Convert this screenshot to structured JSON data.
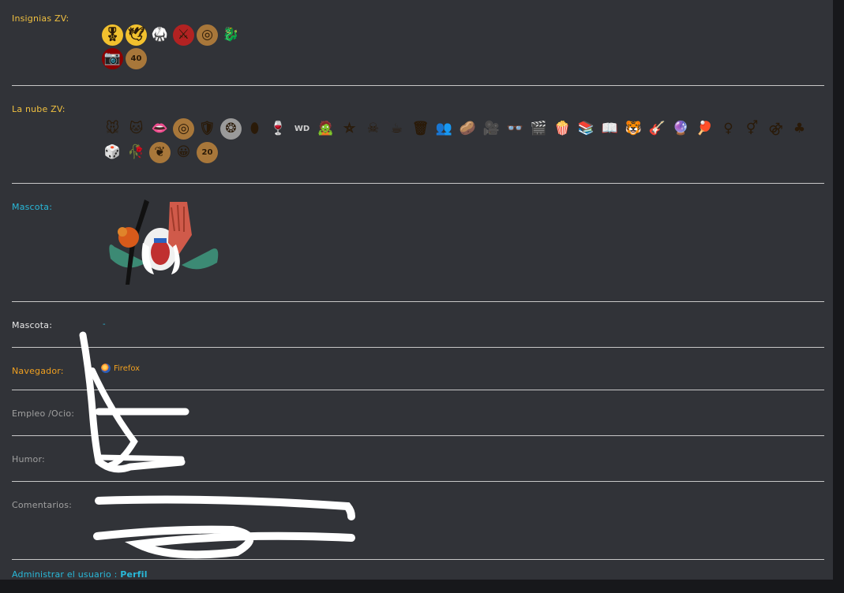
{
  "insignias": {
    "label": "Insignias ZV:",
    "label_color": "#f0c040",
    "badges": [
      {
        "icon": "winged-medal-icon",
        "glyph": "🎖",
        "bg": "#f2c12e"
      },
      {
        "icon": "bird-medal-icon",
        "glyph": "🕊",
        "bg": "#f2c12e"
      },
      {
        "icon": "anime-fighter-icon",
        "glyph": "🥋",
        "bg": "transparent"
      },
      {
        "icon": "crossed-swords-icon",
        "glyph": "⚔",
        "bg": "#b22222"
      },
      {
        "icon": "target-medal-icon",
        "glyph": "◎",
        "bg": "#a8773a"
      },
      {
        "icon": "dragon-icon",
        "glyph": "🐉",
        "bg": "transparent"
      },
      {
        "icon": "camera-icon",
        "glyph": "📷",
        "bg": "#8b0000"
      },
      {
        "icon": "forty-medal-icon",
        "text": "40",
        "bg": "#a8773a"
      }
    ]
  },
  "nube": {
    "label": "La nube ZV:",
    "label_color": "#f0c040",
    "badges": [
      {
        "icon": "mickey-icon",
        "glyph": "🐭"
      },
      {
        "icon": "cartoon-cat-icon",
        "glyph": "🐱"
      },
      {
        "icon": "lips-icon",
        "glyph": "👄"
      },
      {
        "icon": "bronze-medal-icon",
        "glyph": "◎",
        "bg": "#a8773a"
      },
      {
        "icon": "shield-crest-icon",
        "glyph": "🛡"
      },
      {
        "icon": "silver-medal-icon",
        "glyph": "❂",
        "bg": "#9a9a9a"
      },
      {
        "icon": "oval-crest-icon",
        "glyph": "⬮"
      },
      {
        "icon": "wine-bottles-icon",
        "glyph": "🍷"
      },
      {
        "icon": "wd-logo-icon",
        "text": "WD"
      },
      {
        "icon": "zombie-face-icon",
        "glyph": "🧟"
      },
      {
        "icon": "pentagram-icon",
        "glyph": "⛤"
      },
      {
        "icon": "skull-icon",
        "glyph": "☠"
      },
      {
        "icon": "coffee-cup-icon",
        "glyph": "☕"
      },
      {
        "icon": "trash-can-icon",
        "glyph": "🗑"
      },
      {
        "icon": "people-icon",
        "glyph": "👥"
      },
      {
        "icon": "potato-icon",
        "glyph": "🥔"
      },
      {
        "icon": "movie-camera-icon",
        "glyph": "🎥"
      },
      {
        "icon": "3d-glasses-icon",
        "glyph": "👓"
      },
      {
        "icon": "director-chair-icon",
        "glyph": "🎬"
      },
      {
        "icon": "popcorn-icon",
        "glyph": "🍿"
      },
      {
        "icon": "books-icon",
        "glyph": "📚"
      },
      {
        "icon": "open-book-icon",
        "glyph": "📖"
      },
      {
        "icon": "tiger-icon",
        "glyph": "🐯"
      },
      {
        "icon": "guitar-icon",
        "glyph": "🎸"
      },
      {
        "icon": "crystal-ball-icon",
        "glyph": "🔮"
      },
      {
        "icon": "ping-pong-icon",
        "glyph": "🏓"
      },
      {
        "icon": "female-symbol-icon",
        "glyph": "♀"
      },
      {
        "icon": "gender-symbol-icon",
        "glyph": "⚥"
      },
      {
        "icon": "double-male-icon",
        "glyph": "⚣"
      },
      {
        "icon": "card-suits-icon",
        "glyph": "♣"
      },
      {
        "icon": "dice-icon",
        "glyph": "🎲"
      },
      {
        "icon": "red-tile-icon",
        "glyph": "🥀"
      },
      {
        "icon": "couple-medal-icon",
        "glyph": "❦",
        "bg": "#a8773a"
      },
      {
        "icon": "smiley-icon",
        "glyph": "😀"
      },
      {
        "icon": "twenty-medal-icon",
        "text": "20",
        "bg": "#a8773a"
      }
    ]
  },
  "mascota_img": {
    "label": "Mascota:",
    "label_color": "#29b8d8"
  },
  "mascota": {
    "label": "Mascota:",
    "label_color": "#e8e8e8",
    "value": "-"
  },
  "navegador": {
    "label": "Navegador:",
    "label_color": "#f0a020",
    "value": "Firefox"
  },
  "empleo": {
    "label": "Empleo /Ocio:",
    "label_color": "#a0a0a0"
  },
  "humor": {
    "label": "Humor:",
    "label_color": "#a0a0a0"
  },
  "comentarios": {
    "label": "Comentarios:",
    "label_color": "#a0a0a0"
  },
  "admin": {
    "label": "Administrar el usuario :",
    "link": "Perfil",
    "label_color": "#29b8d8"
  }
}
